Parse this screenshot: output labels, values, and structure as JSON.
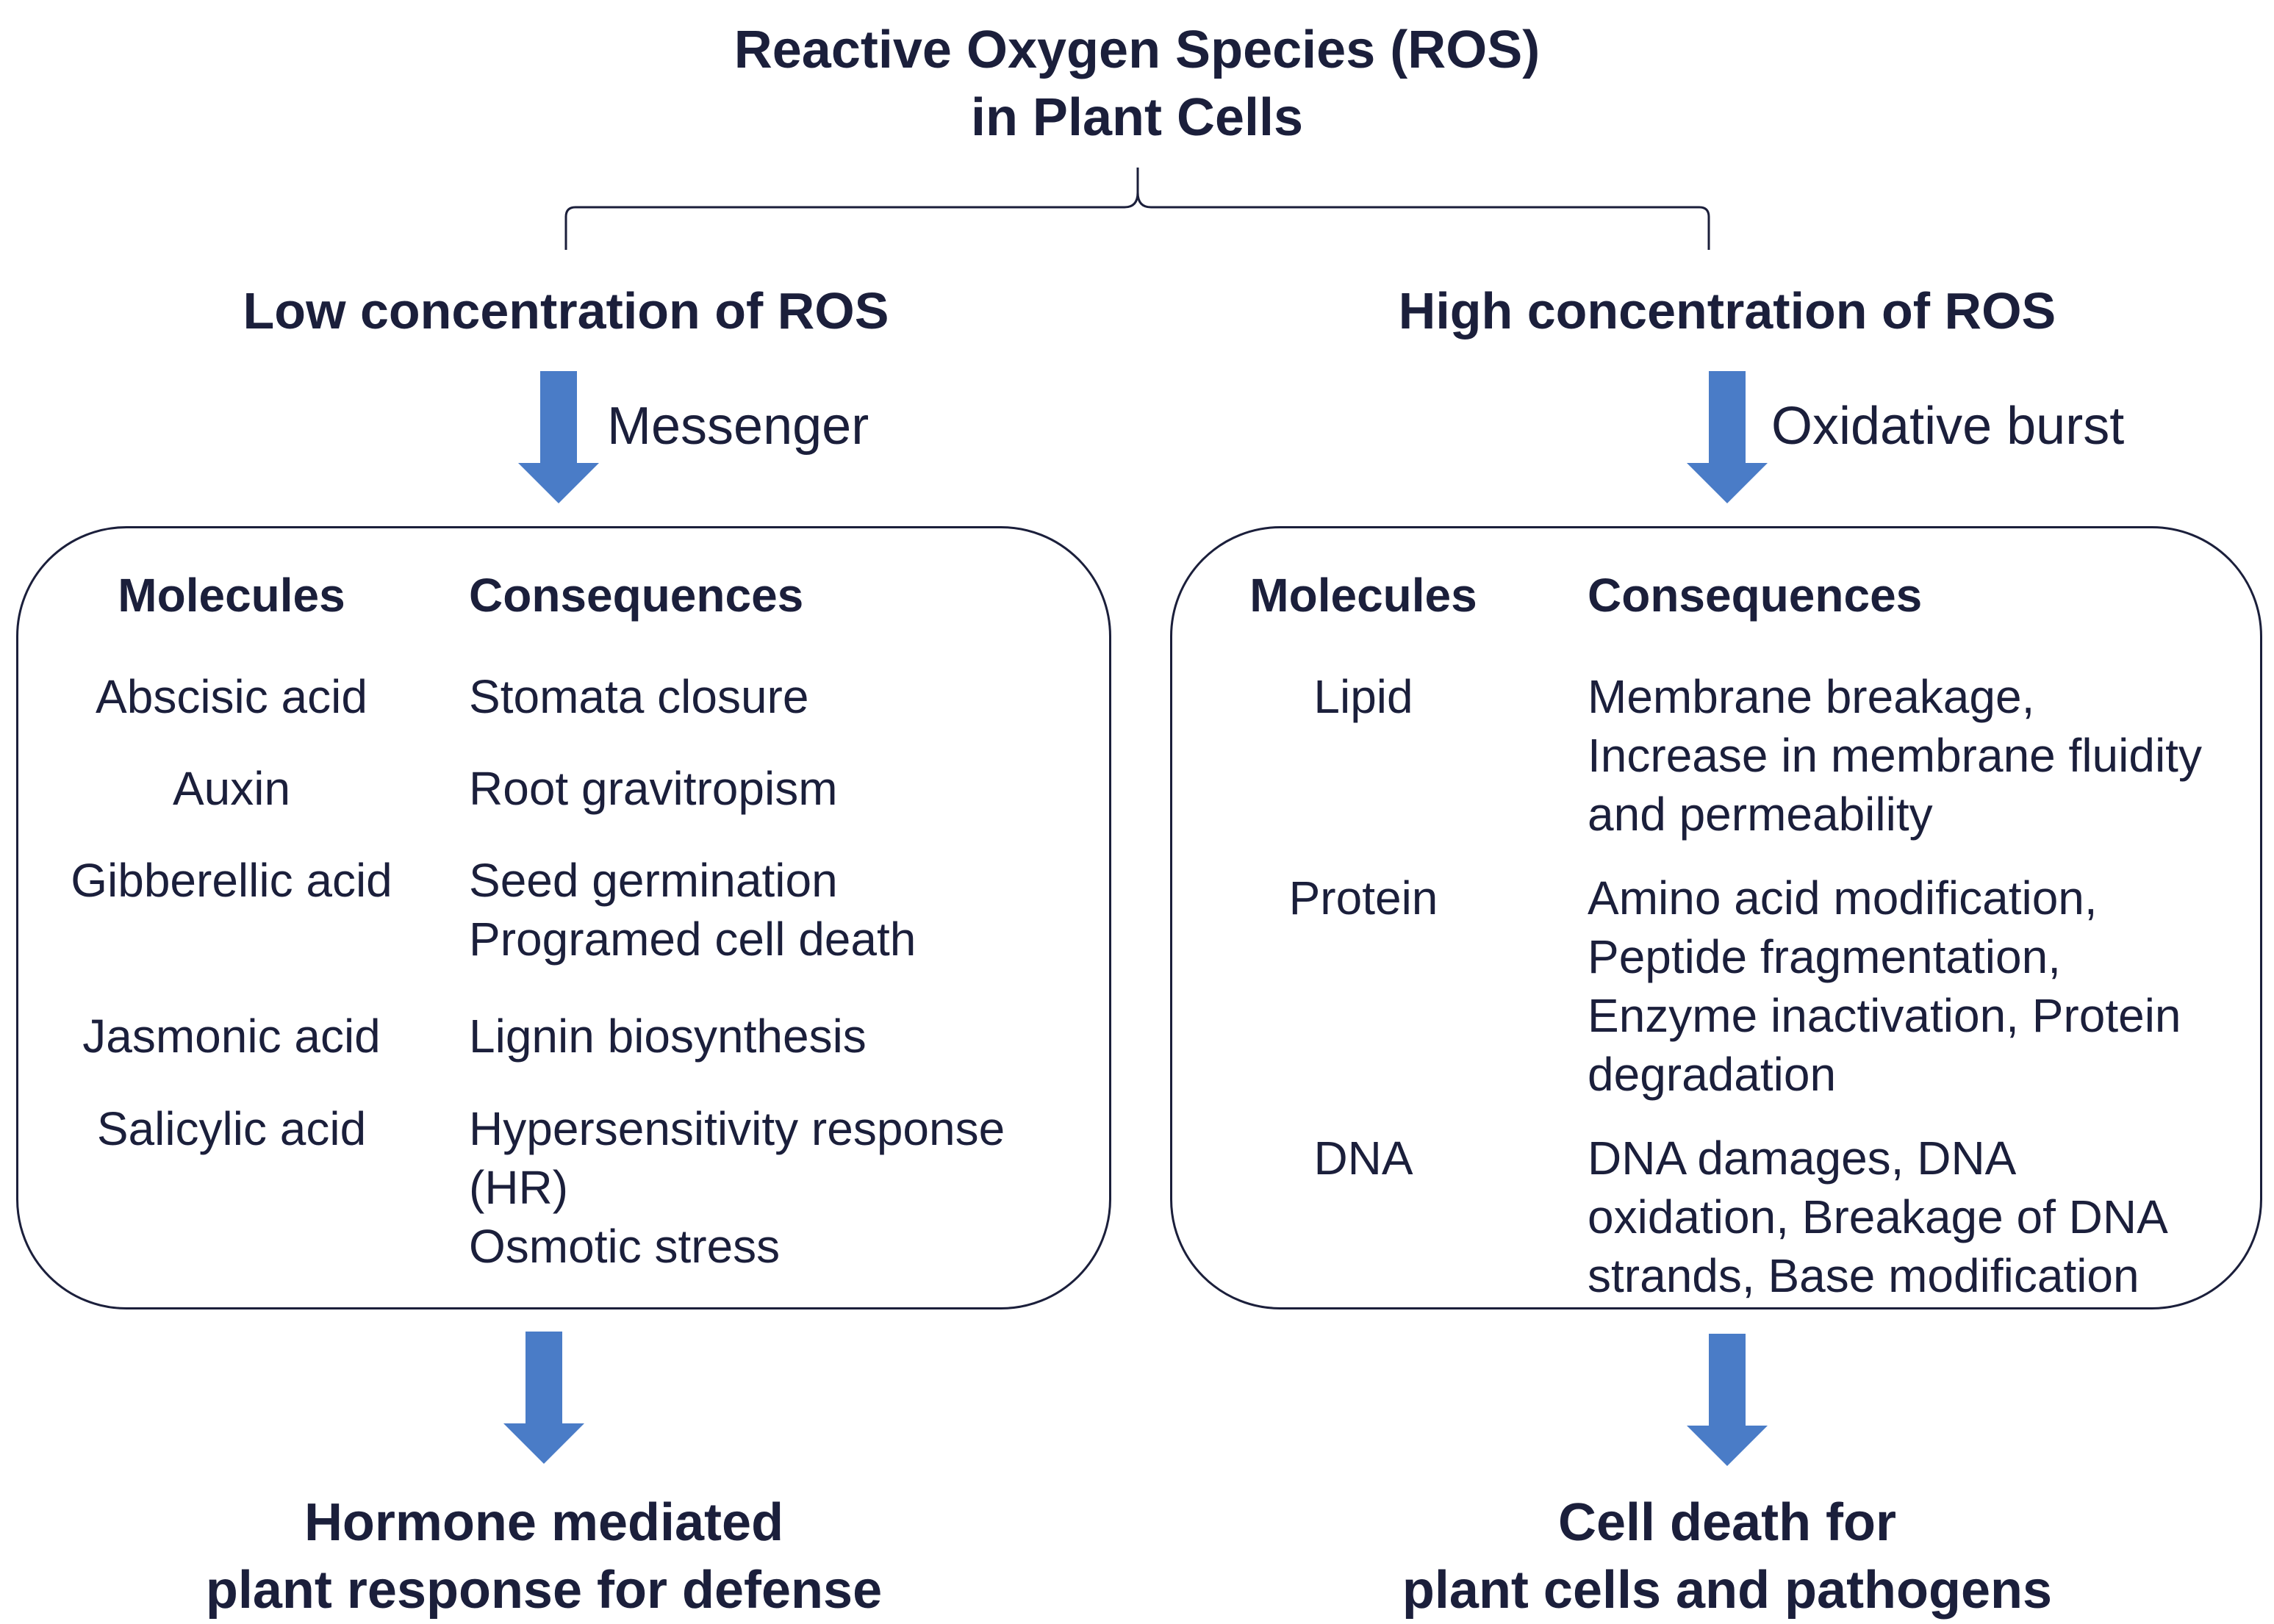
{
  "title": {
    "line1": "Reactive Oxygen Species (ROS)",
    "line2": "in Plant Cells"
  },
  "accent_color": "#4a7cc7",
  "low": {
    "heading": "Low concentration of ROS",
    "arrow_label": "Messenger",
    "col_molecules": "Molecules",
    "col_consequences": "Consequences",
    "rows": [
      {
        "molecule": "Abscisic acid",
        "consequence": [
          "Stomata closure"
        ]
      },
      {
        "molecule": "Auxin",
        "consequence": [
          "Root gravitropism"
        ]
      },
      {
        "molecule": "Gibberellic acid",
        "consequence": [
          "Seed germination",
          "Programed cell death"
        ]
      },
      {
        "molecule": "Jasmonic acid",
        "consequence": [
          "Lignin biosynthesis"
        ]
      },
      {
        "molecule": "Salicylic acid",
        "consequence": [
          "Hypersensitivity response",
          "(HR)",
          "Osmotic stress"
        ]
      }
    ],
    "outcome": [
      "Hormone mediated",
      "plant response for defense"
    ]
  },
  "high": {
    "heading": "High concentration of ROS",
    "arrow_label": "Oxidative burst",
    "col_molecules": "Molecules",
    "col_consequences": "Consequences",
    "rows": [
      {
        "molecule": "Lipid",
        "consequence": [
          "Membrane breakage,",
          "Increase in membrane fluidity",
          "and permeability"
        ]
      },
      {
        "molecule": "Protein",
        "consequence": [
          "Amino acid modification,",
          "Peptide fragmentation,",
          "Enzyme inactivation, Protein",
          "degradation"
        ]
      },
      {
        "molecule": "DNA",
        "consequence": [
          "DNA damages, DNA",
          "oxidation, Breakage of DNA",
          "strands, Base modification"
        ]
      }
    ],
    "outcome": [
      "Cell death for",
      "plant cells and pathogens"
    ]
  }
}
